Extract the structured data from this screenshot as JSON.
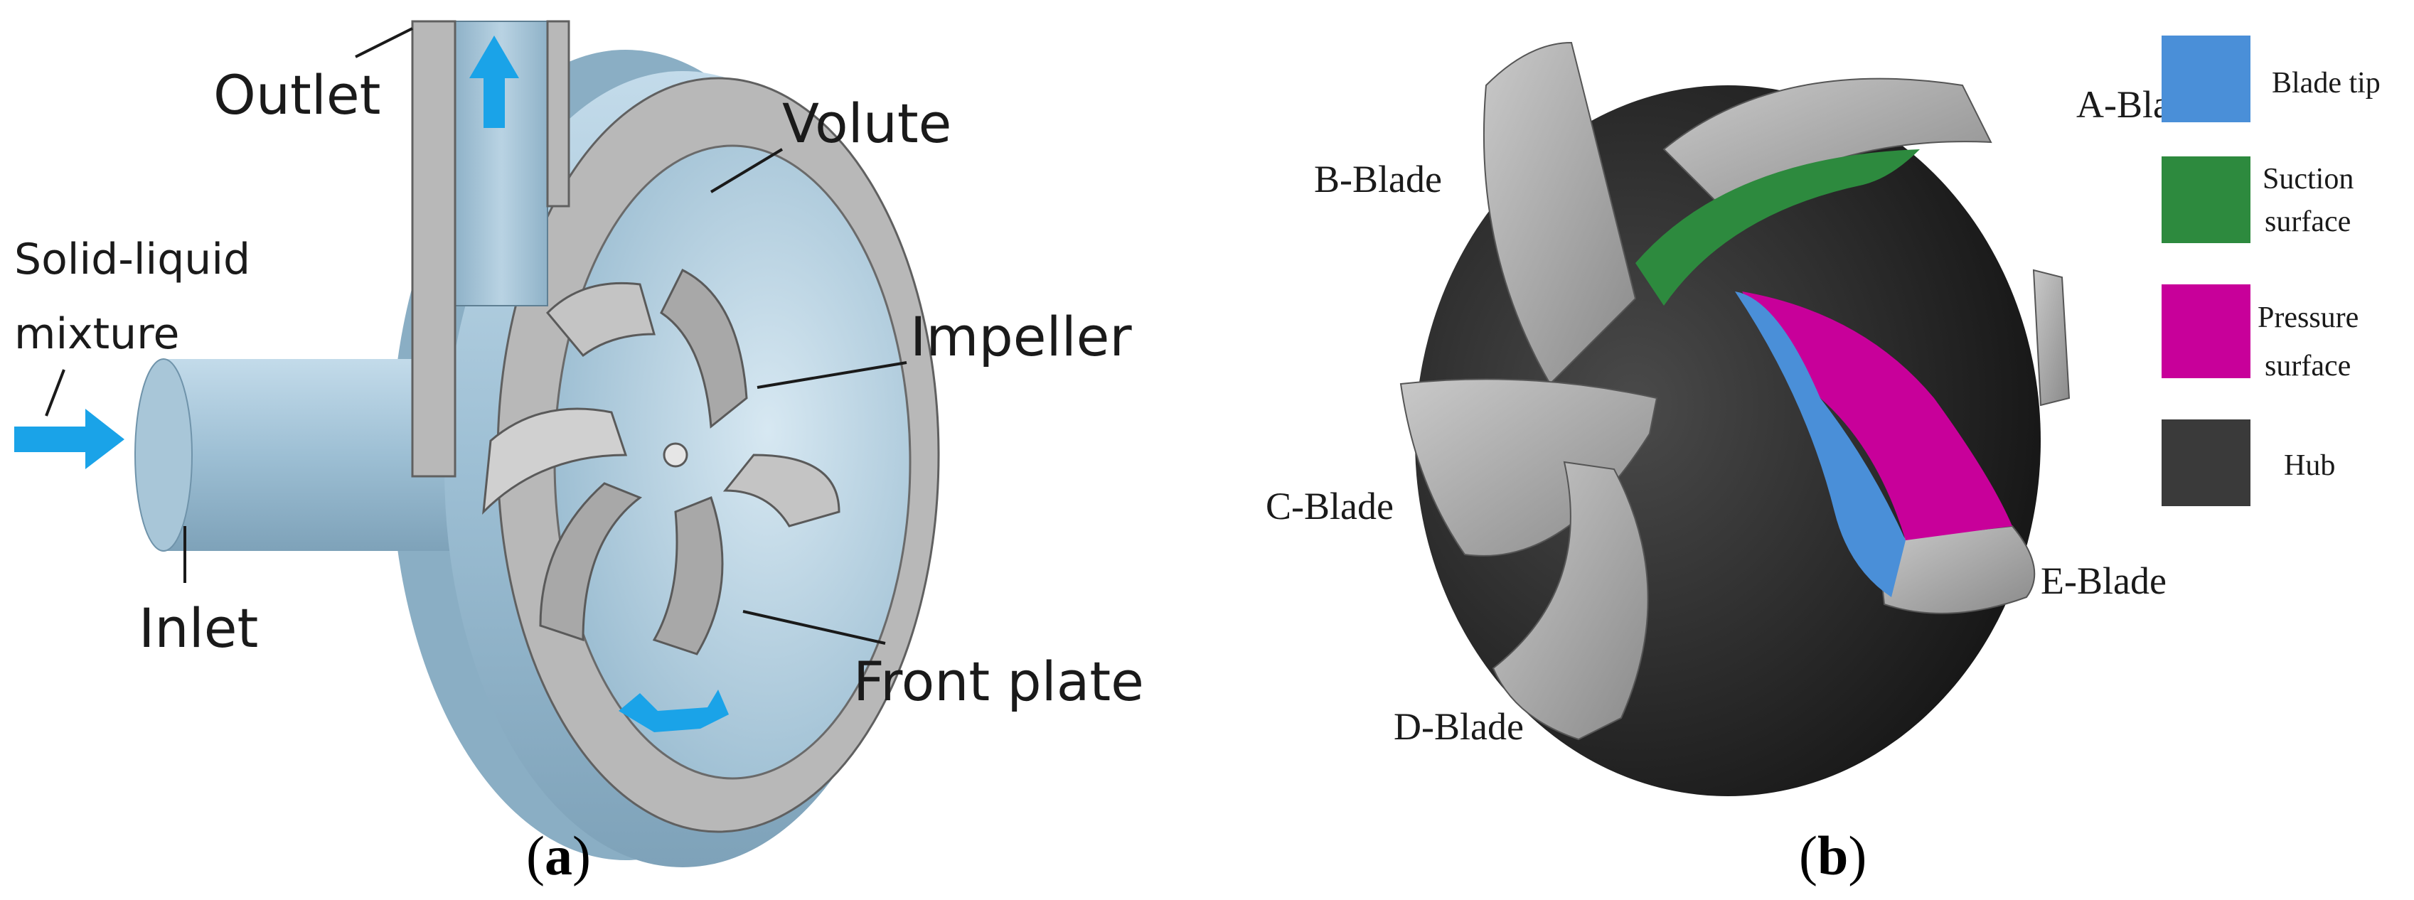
{
  "panel_a": {
    "labels": {
      "outlet": "Outlet",
      "volute": "Volute",
      "mixture_line1": "Solid-liquid",
      "mixture_line2": "mixture",
      "impeller": "Impeller",
      "inlet": "Inlet",
      "front_plate": "Front plate"
    },
    "caption_letter": "a",
    "colors": {
      "body": "#a9c7d9",
      "body_dark": "#7fa3ba",
      "cut": "#b5b5b5",
      "arrow": "#1aa3e8"
    }
  },
  "panel_b": {
    "blade_labels": {
      "a": "A-Blade",
      "b": "B-Blade",
      "c": "C-Blade",
      "d": "D-Blade",
      "e": "E-Blade"
    },
    "legend": [
      {
        "line1": "Blade tip",
        "line2": "",
        "color": "#4a8fd8"
      },
      {
        "line1": "Suction",
        "line2": "surface",
        "color": "#2d8a3e"
      },
      {
        "line1": "Pressure",
        "line2": "surface",
        "color": "#c8009a"
      },
      {
        "line1": "Hub",
        "line2": "",
        "color": "#3a3a3a"
      }
    ],
    "caption_letter": "b"
  }
}
